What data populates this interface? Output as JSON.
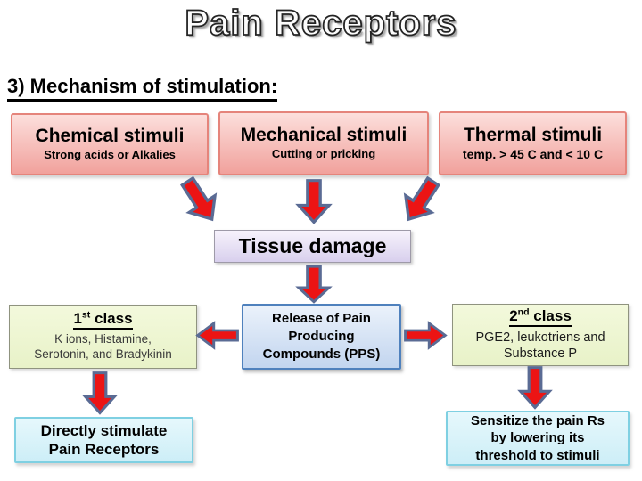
{
  "title": "Pain Receptors",
  "heading": "3) Mechanism of stimulation:",
  "stimuli": {
    "chemical": {
      "title": "Chemical stimuli",
      "subtitle": "Strong acids or Alkalies"
    },
    "mechanical": {
      "title": "Mechanical stimuli",
      "subtitle": "Cutting or pricking"
    },
    "thermal": {
      "title": "Thermal stimuli",
      "subtitle": "temp. > 45 C and < 10 C"
    }
  },
  "tissue_damage": "Tissue damage",
  "release": {
    "line1": "Release of Pain",
    "line2": "Producing",
    "line3": "Compounds (PPS)"
  },
  "class1": {
    "num": "1",
    "sup": "st",
    "rest": " class",
    "line1": "K ions, Histamine,",
    "line2": "Serotonin, and Bradykinin"
  },
  "class2": {
    "num": "2",
    "sup": "nd",
    "rest": " class",
    "line1": "PGE2, leukotriens and",
    "line2": "Substance P"
  },
  "direct": {
    "line1": "Directly stimulate",
    "line2": "Pain Receptors"
  },
  "sensitize": {
    "line1": "Sensitize the pain Rs",
    "line2": "by lowering its",
    "line3": "threshold to stimuli"
  },
  "colors": {
    "arrow_fill": "#ec1414",
    "arrow_stroke": "#5a6b94",
    "pink_top": "#fcdfdc",
    "pink_bottom": "#f1a19c",
    "pink_border": "#e5847b",
    "lavender_top": "#f7f3fc",
    "lavender_bottom": "#d8cfed",
    "lavender_border": "#9e9aa8",
    "green_top": "#f3f9dc",
    "green_bottom": "#e8f2c8",
    "green_border": "#8f937f",
    "blue_top": "#ebf2fb",
    "blue_bottom": "#c2d5ef",
    "blue_border": "#4f81bd",
    "cyan_top": "#e6f8fc",
    "cyan_bottom": "#cdeef7",
    "cyan_border": "#7fd0e2"
  }
}
